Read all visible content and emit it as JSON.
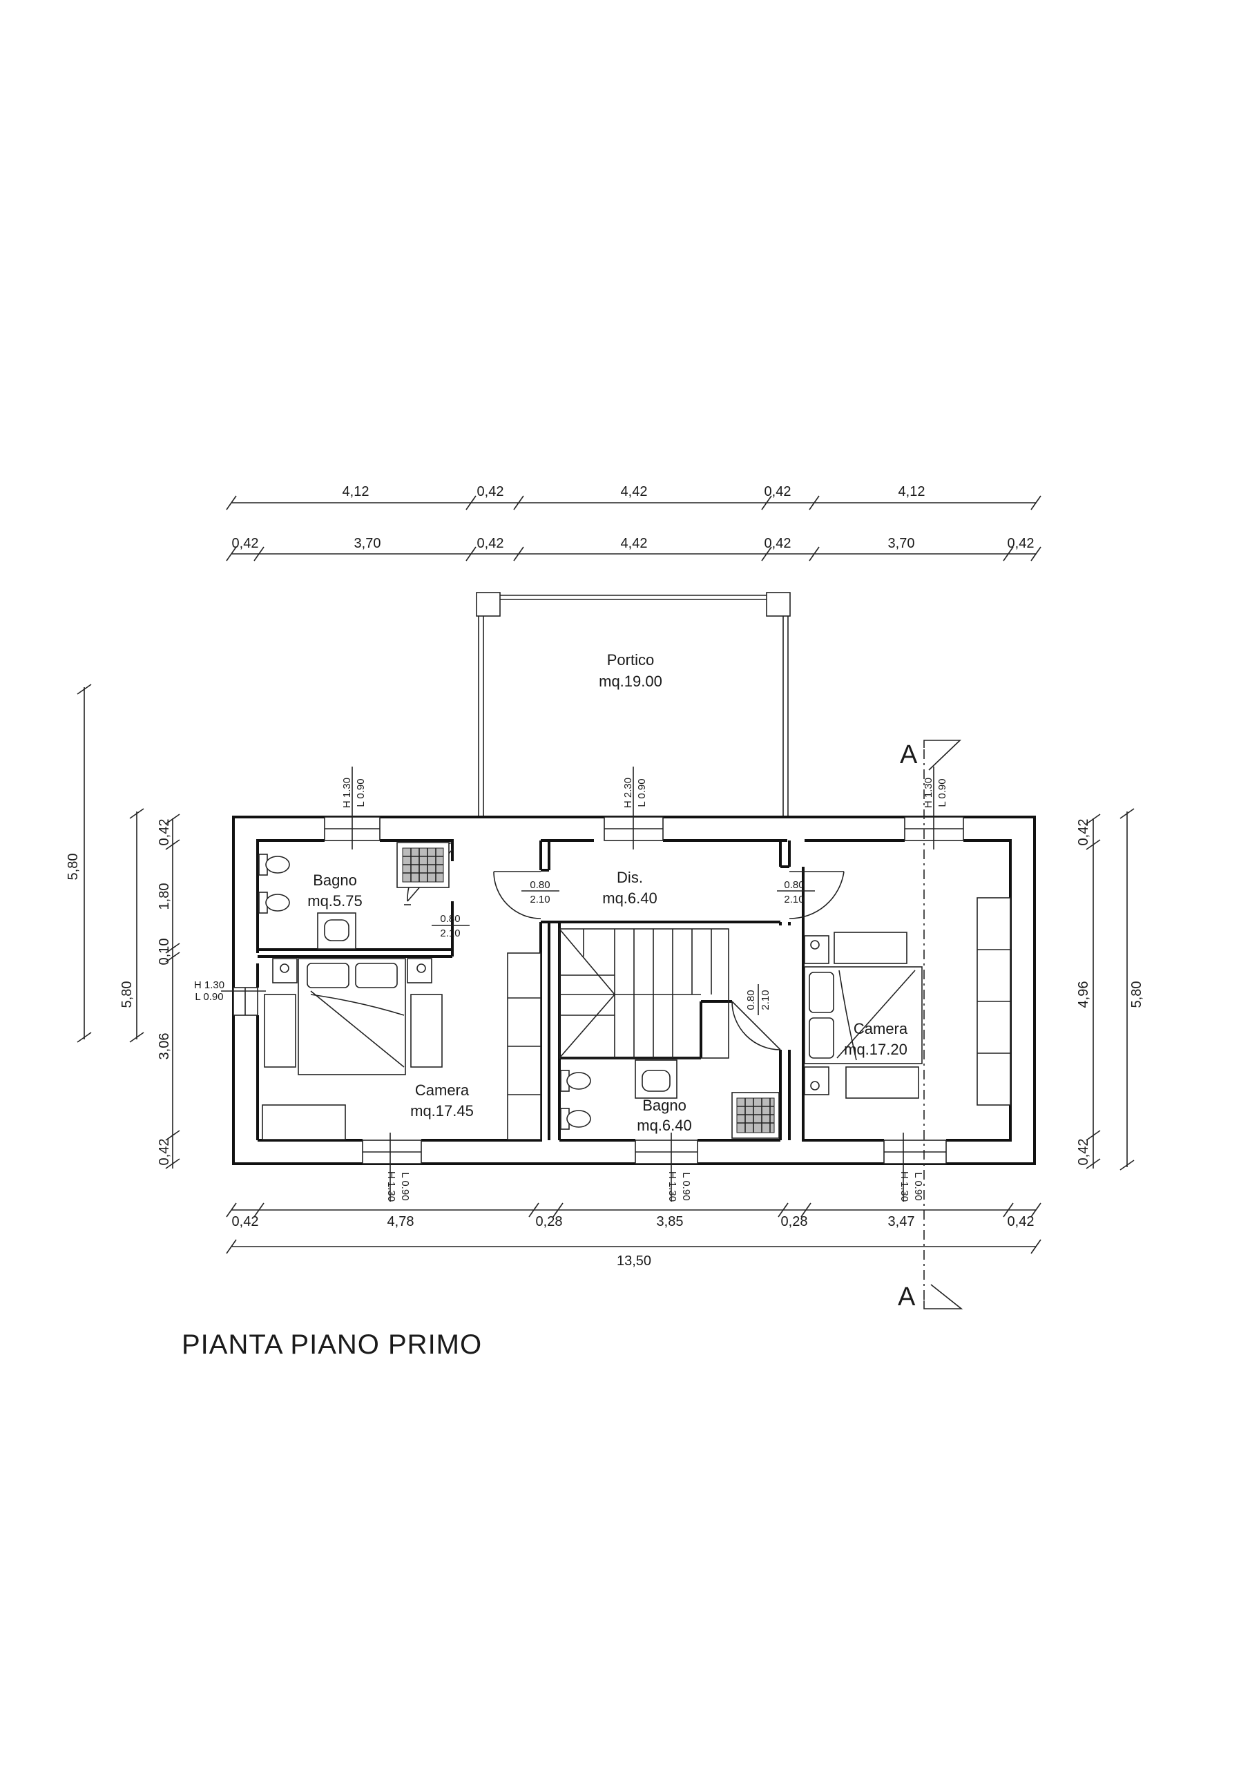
{
  "title": "PIANTA PIANO PRIMO",
  "section_label": "A",
  "rooms": {
    "portico": {
      "name": "Portico",
      "area": "mq.19.00"
    },
    "bagno_left": {
      "name": "Bagno",
      "area": "mq.5.75"
    },
    "camera_left": {
      "name": "Camera",
      "area": "mq.17.45"
    },
    "dis": {
      "name": "Dis.",
      "area": "mq.6.40"
    },
    "bagno_center": {
      "name": "Bagno",
      "area": "mq.6.40"
    },
    "camera_right": {
      "name": "Camera",
      "area": "mq.17.20"
    }
  },
  "top_dims_1": [
    "4,12",
    "0,42",
    "4,42",
    "0,42",
    "4,12"
  ],
  "top_dims_2": [
    "0,42",
    "3,70",
    "0,42",
    "4,42",
    "0,42",
    "3,70",
    "0,42"
  ],
  "bottom_dims_1": [
    "0,42",
    "4,78",
    "0,28",
    "3,85",
    "0,28",
    "3,47",
    "0,42"
  ],
  "bottom_total": "13,50",
  "left_outer": "5,80",
  "left_mid": "5,80",
  "left_inner": [
    "0,42",
    "1,80",
    "0,10",
    "3,06",
    "0,42"
  ],
  "right_inner": [
    "0,42",
    "4,96",
    "0,42"
  ],
  "right_outer": "5,80",
  "doors": {
    "d1": [
      "0.80",
      "2.10"
    ],
    "d2": [
      "0.80",
      "2.10"
    ],
    "d3": [
      "0.80",
      "2.10"
    ],
    "d4": [
      "0.80",
      "2.10"
    ]
  },
  "windows": {
    "w_top_left": [
      "H 1.30",
      "L 0.90"
    ],
    "w_top_center": [
      "H 2.30",
      "L 0.90"
    ],
    "w_top_right": [
      "H 1.30",
      "L 0.90"
    ],
    "w_left": [
      "H 1.30",
      "L 0.90"
    ],
    "w_bottom_left": [
      "H 1.30",
      "L 0.90"
    ],
    "w_bottom_center": [
      "H 1.30",
      "L 0.90"
    ],
    "w_bottom_right": [
      "H 1.30",
      "L 0.90"
    ]
  }
}
